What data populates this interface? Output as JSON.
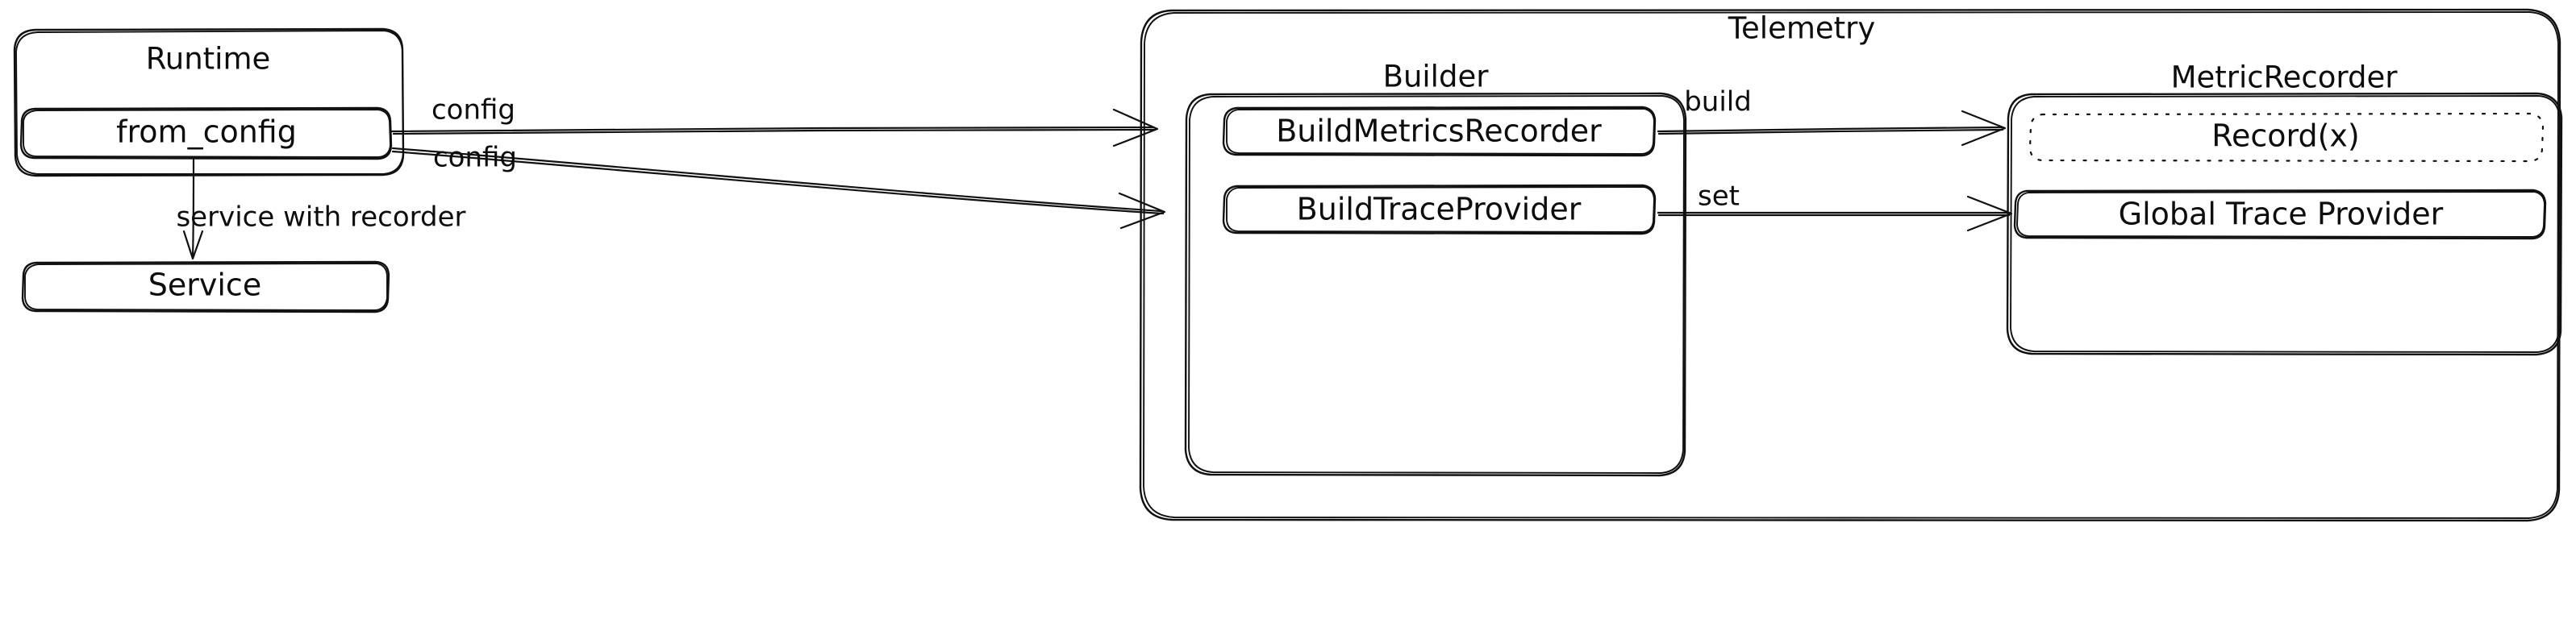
{
  "diagram": {
    "title_visible": false,
    "style": "hand-drawn",
    "stroke_color": "#111111",
    "background_color": "#ffffff",
    "nodes": {
      "runtime": {
        "label": "Runtime"
      },
      "from_config": {
        "label": "from_config"
      },
      "service": {
        "label": "Service"
      },
      "telemetry": {
        "label": "Telemetry"
      },
      "builder": {
        "label": "Builder"
      },
      "build_metrics_recorder": {
        "label": "BuildMetricsRecorder"
      },
      "build_trace_provider": {
        "label": "BuildTraceProvider"
      },
      "metric_recorder": {
        "label": "MetricRecorder"
      },
      "record_x": {
        "label": "Record(x)"
      },
      "global_trace_provider": {
        "label": "Global Trace Provider"
      }
    },
    "edges": {
      "config_to_metrics": {
        "label": "config"
      },
      "config_to_trace": {
        "label": "config"
      },
      "service_with_recorder": {
        "label": "service with recorder"
      },
      "build": {
        "label": "build"
      },
      "set": {
        "label": "set"
      }
    }
  }
}
